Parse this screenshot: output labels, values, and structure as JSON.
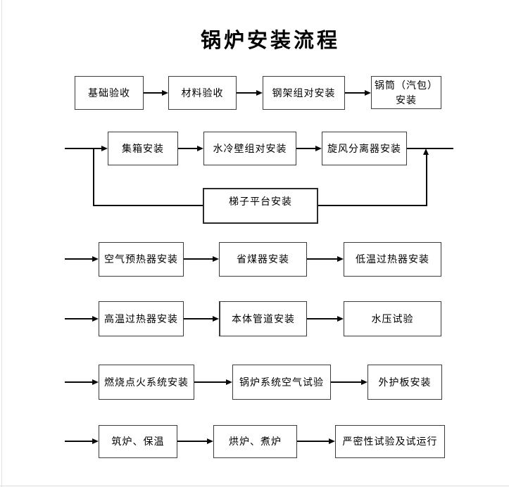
{
  "page": {
    "title": "锅炉安装流程"
  },
  "colors": {
    "line": "#0a0a0a",
    "box_border": "#3c3c3c",
    "background": "#ffffff",
    "page_edge": "#e3e3e3"
  },
  "diagram": {
    "type": "flowchart",
    "nodes": [
      {
        "id": "foundation-acceptance",
        "label": "基础验收"
      },
      {
        "id": "material-acceptance",
        "label": "材料验收"
      },
      {
        "id": "steel-frame-assembly",
        "label": "钢架组对安装"
      },
      {
        "id": "drum-installation",
        "label": "锅筒（汽包）\n安装"
      },
      {
        "id": "header-installation",
        "label": "集箱安装"
      },
      {
        "id": "water-wall-assembly",
        "label": "水冷壁组对安装"
      },
      {
        "id": "cyclone-separator-installation",
        "label": "旋风分离器安装"
      },
      {
        "id": "ladder-platform-installation",
        "label": "梯子平台安装"
      },
      {
        "id": "air-preheater-installation",
        "label": "空气预热器安装"
      },
      {
        "id": "economizer-installation",
        "label": "省煤器安装"
      },
      {
        "id": "low-temp-superheater-installation",
        "label": "低温过热器安装"
      },
      {
        "id": "high-temp-superheater-installation",
        "label": "高温过热器安装"
      },
      {
        "id": "body-piping-installation",
        "label": "本体管道安装"
      },
      {
        "id": "hydraulic-pressure-test",
        "label": "水压试验"
      },
      {
        "id": "ignition-system-installation",
        "label": "燃烧点火系统安装"
      },
      {
        "id": "boiler-air-test",
        "label": "锅炉系统空气试验"
      },
      {
        "id": "outer-casing-installation",
        "label": "外护板安装"
      },
      {
        "id": "furnace-masonry-insulation",
        "label": "筑炉、保温"
      },
      {
        "id": "furnace-drying-boiling",
        "label": "烘炉、煮炉"
      },
      {
        "id": "tightness-test-trial-run",
        "label": "严密性试验及试运行"
      }
    ],
    "edges": [
      {
        "from": "foundation-acceptance",
        "to": "material-acceptance"
      },
      {
        "from": "material-acceptance",
        "to": "steel-frame-assembly"
      },
      {
        "from": "steel-frame-assembly",
        "to": "drum-installation"
      },
      {
        "from": "row2-start",
        "to": "header-installation"
      },
      {
        "from": "header-installation",
        "to": "water-wall-assembly"
      },
      {
        "from": "water-wall-assembly",
        "to": "cyclone-separator-installation"
      },
      {
        "from": "cyclone-separator-installation",
        "to": "row2-exit-line"
      },
      {
        "from": "row2-start",
        "to": "ladder-platform-installation"
      },
      {
        "from": "ladder-platform-installation",
        "to": "row2-exit-line"
      },
      {
        "from": "row3-start",
        "to": "air-preheater-installation"
      },
      {
        "from": "air-preheater-installation",
        "to": "economizer-installation"
      },
      {
        "from": "economizer-installation",
        "to": "low-temp-superheater-installation"
      },
      {
        "from": "row4-start",
        "to": "high-temp-superheater-installation"
      },
      {
        "from": "high-temp-superheater-installation",
        "to": "body-piping-installation"
      },
      {
        "from": "body-piping-installation",
        "to": "hydraulic-pressure-test"
      },
      {
        "from": "row5-start",
        "to": "ignition-system-installation"
      },
      {
        "from": "ignition-system-installation",
        "to": "boiler-air-test"
      },
      {
        "from": "boiler-air-test",
        "to": "outer-casing-installation"
      },
      {
        "from": "row6-start",
        "to": "furnace-masonry-insulation"
      },
      {
        "from": "furnace-masonry-insulation",
        "to": "furnace-drying-boiling"
      },
      {
        "from": "furnace-drying-boiling",
        "to": "tightness-test-trial-run"
      }
    ]
  }
}
